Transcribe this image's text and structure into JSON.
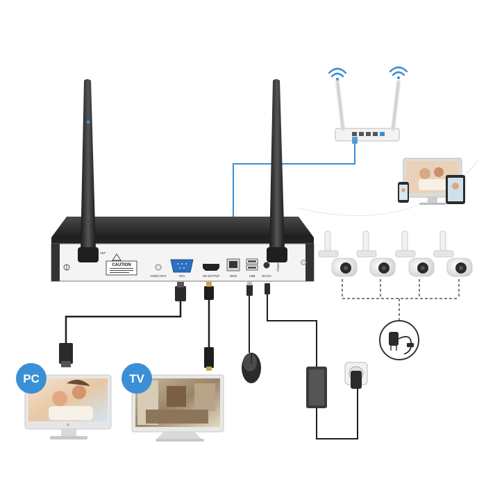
{
  "badges": {
    "pc": "PC",
    "tv": "TV"
  },
  "nvr_panel": {
    "caution": "CAUTION",
    "port_labels": {
      "audio_out": "AUDIO OUT",
      "vga": "VGA",
      "hd_output": "HD OUTPUT",
      "wan": "WAN",
      "usb": "USB",
      "dc12v": "DC12V",
      "power_off": "Power OFF",
      "ant_left": "ANT",
      "ant_right": "ANT"
    }
  },
  "colors": {
    "network_cable": "#3a8fd6",
    "wifi_icon": "#3a8fd6",
    "badge": "#3a8fd6",
    "nvr_body": "#2b2b2b",
    "panel_face": "#f4f4f4"
  },
  "icons": [
    "wifi-icon",
    "router",
    "antenna",
    "camera",
    "power-adapter",
    "wall-socket",
    "usb-mouse",
    "monitor",
    "tablet",
    "phone"
  ]
}
